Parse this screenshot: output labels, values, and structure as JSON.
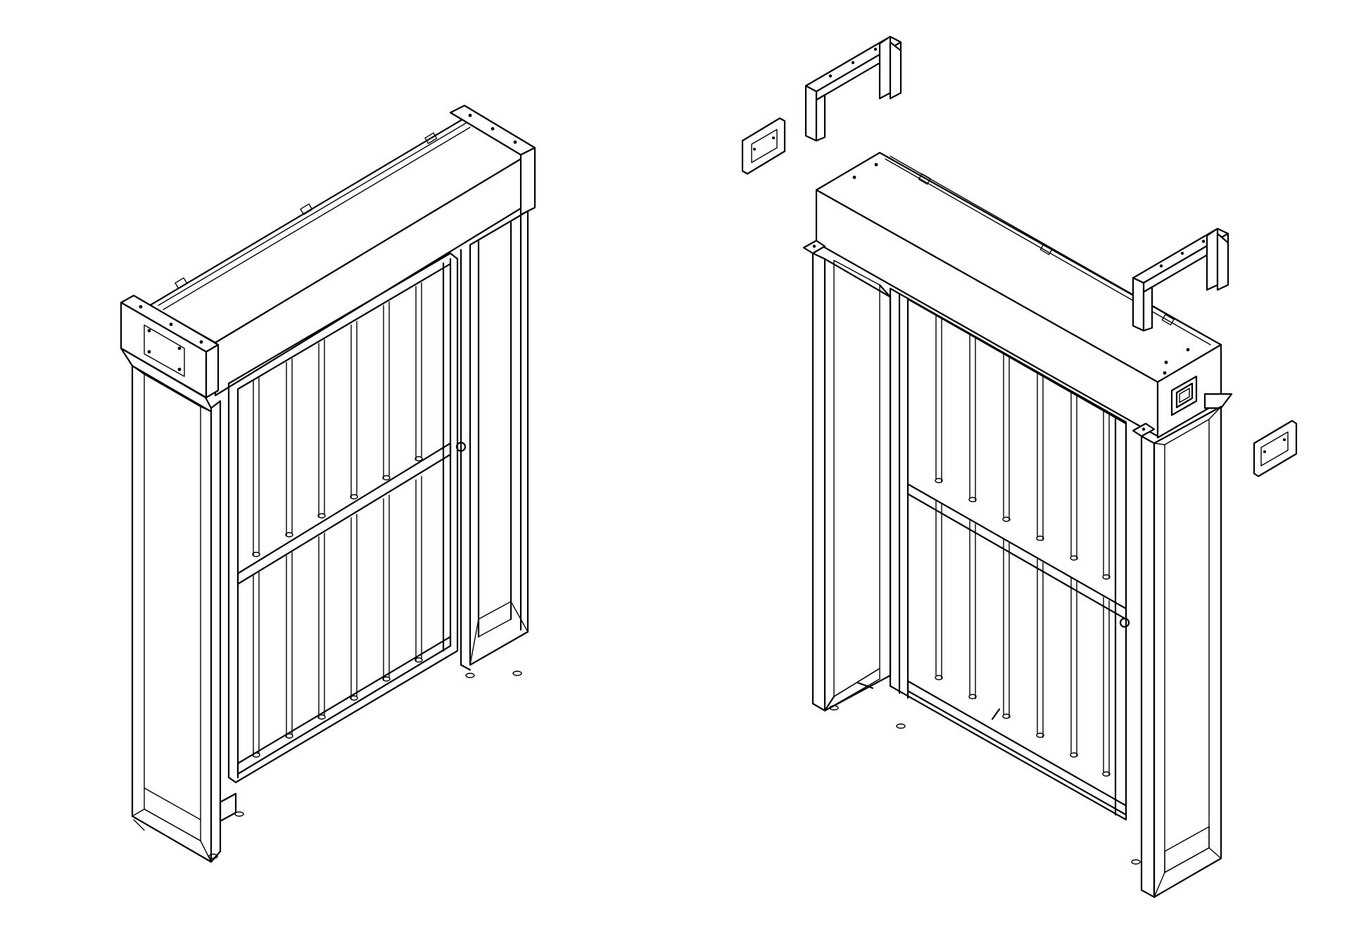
{
  "figure": {
    "background_color": "#ffffff",
    "line_color": "#000000",
    "views": [
      {
        "view": "assembled",
        "parts": [
          "top-beam",
          "left-post-with-display",
          "right-post",
          "swing-gate-with-bars",
          "foot-pads"
        ]
      },
      {
        "view": "exploded",
        "parts": [
          "top-beam",
          "u-bracket-top",
          "u-bracket-right",
          "display-panel-left",
          "display-panel-right",
          "card-reader",
          "left-post",
          "right-post",
          "swing-gate-with-bars",
          "foot-pads"
        ]
      }
    ]
  }
}
